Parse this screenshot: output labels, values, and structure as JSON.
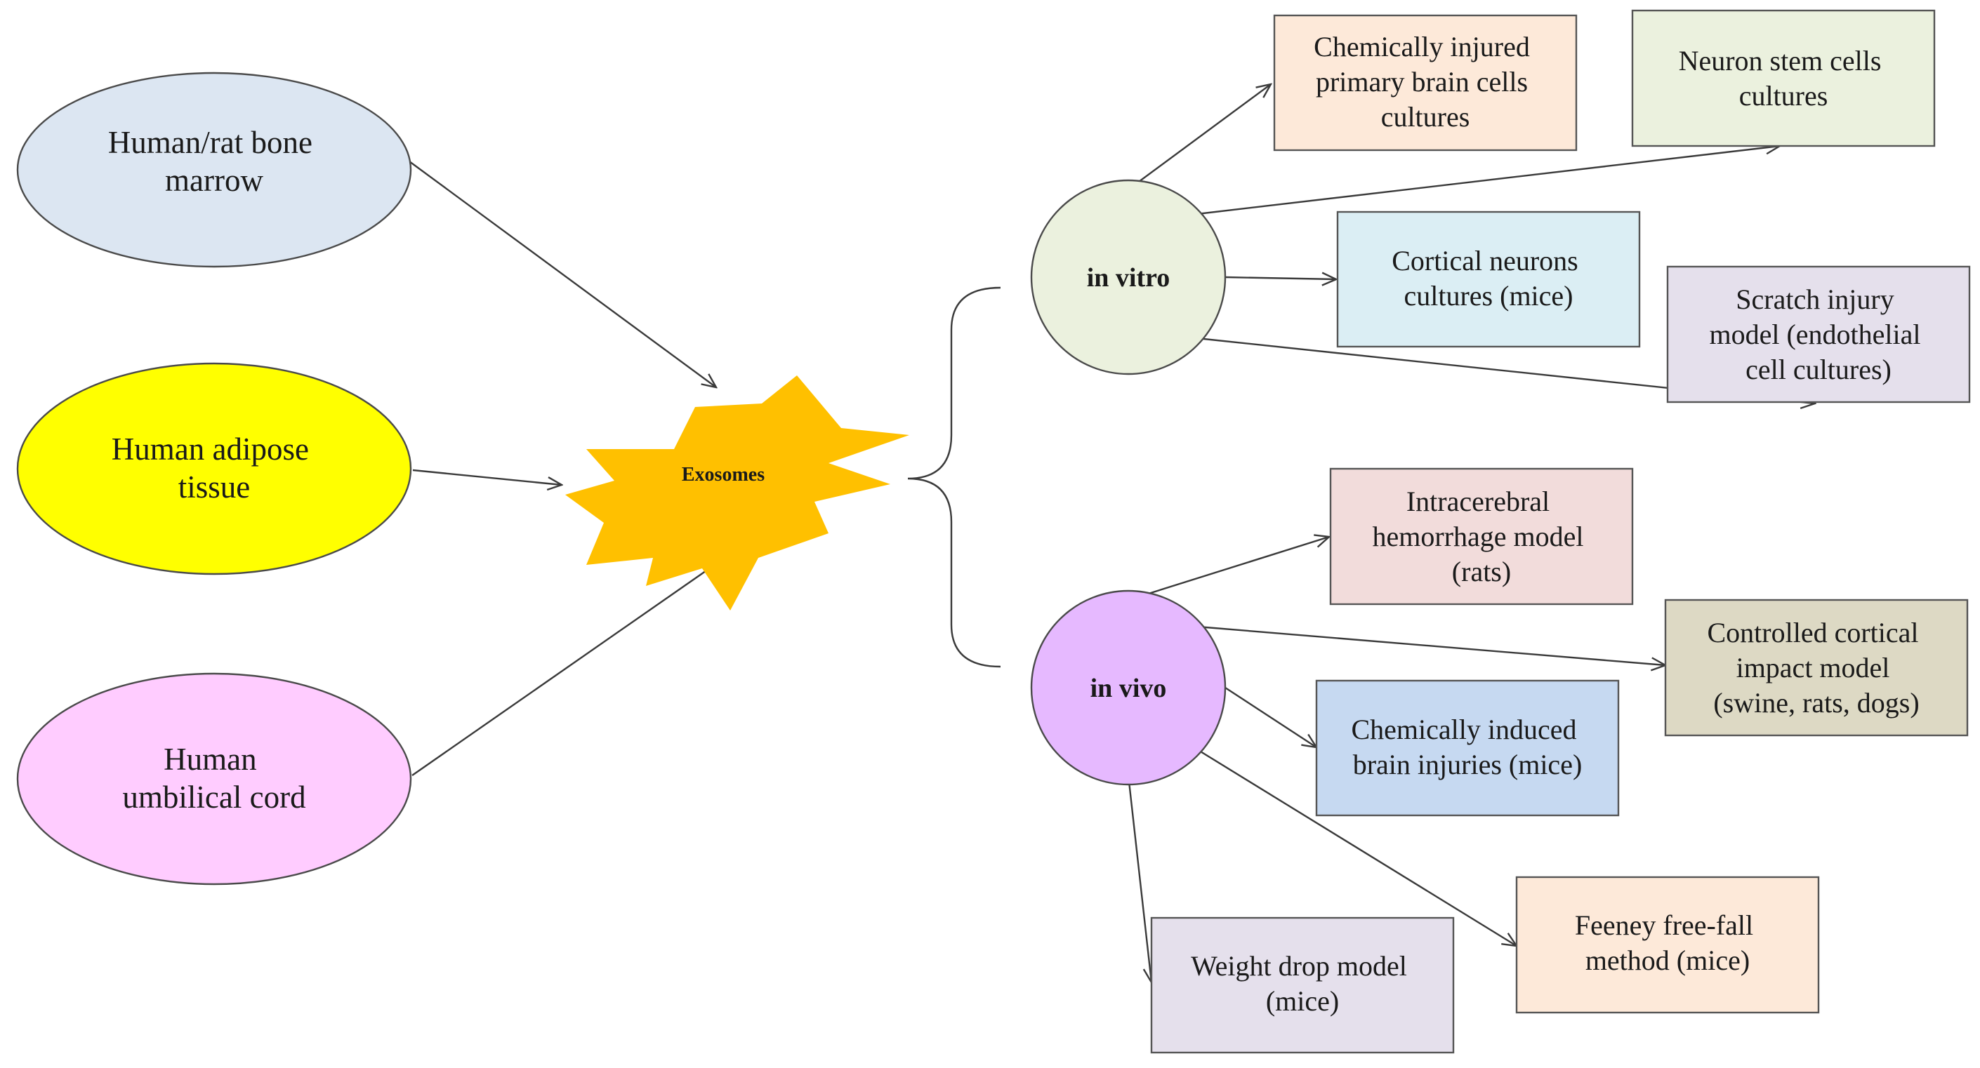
{
  "sources": [
    {
      "id": "bone-marrow",
      "lines": [
        "Human/rat bone",
        "marrow"
      ],
      "fill": "#dce6f2",
      "stroke": "#4a4a4a"
    },
    {
      "id": "adipose",
      "lines": [
        "Human adipose",
        "tissue"
      ],
      "fill": "#ffff00",
      "stroke": "#c0504d"
    },
    {
      "id": "umbilical",
      "lines": [
        "Human",
        "umbilical cord"
      ],
      "fill": "#ffccff",
      "stroke": "#4a4a4a"
    }
  ],
  "center": {
    "label": "Exosomes",
    "fill": "#ffc000"
  },
  "hubs": [
    {
      "id": "in-vitro",
      "label": "in vitro",
      "fill": "#ebf1de"
    },
    {
      "id": "in-vivo",
      "label": "in vivo",
      "fill": "#e6b9ff"
    }
  ],
  "vitro_models": [
    {
      "id": "chem-injured",
      "lines": [
        "Chemically  injured",
        "primary brain cells",
        "cultures"
      ],
      "fill": "#fde9d9"
    },
    {
      "id": "neuron-stem",
      "lines": [
        "Neuron stem cells",
        "cultures"
      ],
      "fill": "#ebf1de"
    },
    {
      "id": "cortical-neurons",
      "lines": [
        "Cortical  neurons",
        "cultures  (mice)"
      ],
      "fill": "#dbeef4"
    },
    {
      "id": "scratch",
      "lines": [
        "Scratch  injury",
        "model  (endothelial",
        "cell cultures)"
      ],
      "fill": "#e5e0ec"
    }
  ],
  "vivo_models": [
    {
      "id": "intracerebral",
      "lines": [
        "Intracerebral",
        "hemorrhage  model",
        "(rats)"
      ],
      "fill": "#f2dcdb"
    },
    {
      "id": "controlled-cortical",
      "lines": [
        "Controlled  cortical",
        "impact  model",
        "(swine,  rats,  dogs)"
      ],
      "fill": "#ddd9c4"
    },
    {
      "id": "chem-induced",
      "lines": [
        "Chemically  induced",
        "brain injuries  (mice)"
      ],
      "fill": "#c6d9f1"
    },
    {
      "id": "feeney",
      "lines": [
        "Feeney  free-fall",
        "method  (mice)"
      ],
      "fill": "#fde9d9"
    },
    {
      "id": "weight-drop",
      "lines": [
        "Weight  drop  model",
        "(mice)"
      ],
      "fill": "#e5e0ec"
    }
  ]
}
